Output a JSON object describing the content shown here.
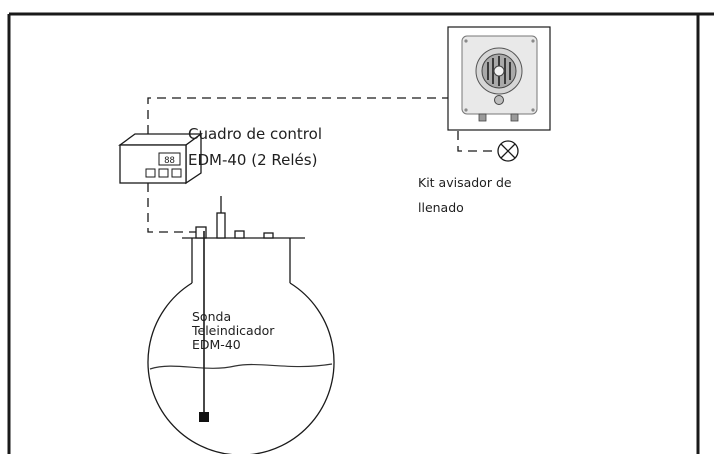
{
  "control_panel": {
    "line1": "Cuadro de control",
    "line2": "EDM-40 (2 Relés)",
    "display_text": "88"
  },
  "alarm_kit": {
    "line1": "Kit avisador de",
    "line2": "llenado"
  },
  "probe": {
    "line1": "Sonda",
    "line2": "Teleindicador",
    "line3": "EDM-40"
  },
  "colors": {
    "line": "#1a1a1a",
    "speaker_box": "#e9e9e9",
    "liquid_level": "#333333"
  },
  "icons": [
    "control-box-icon",
    "speaker-alarm-icon",
    "lamp-icon",
    "tank-icon",
    "probe-weight-icon"
  ]
}
